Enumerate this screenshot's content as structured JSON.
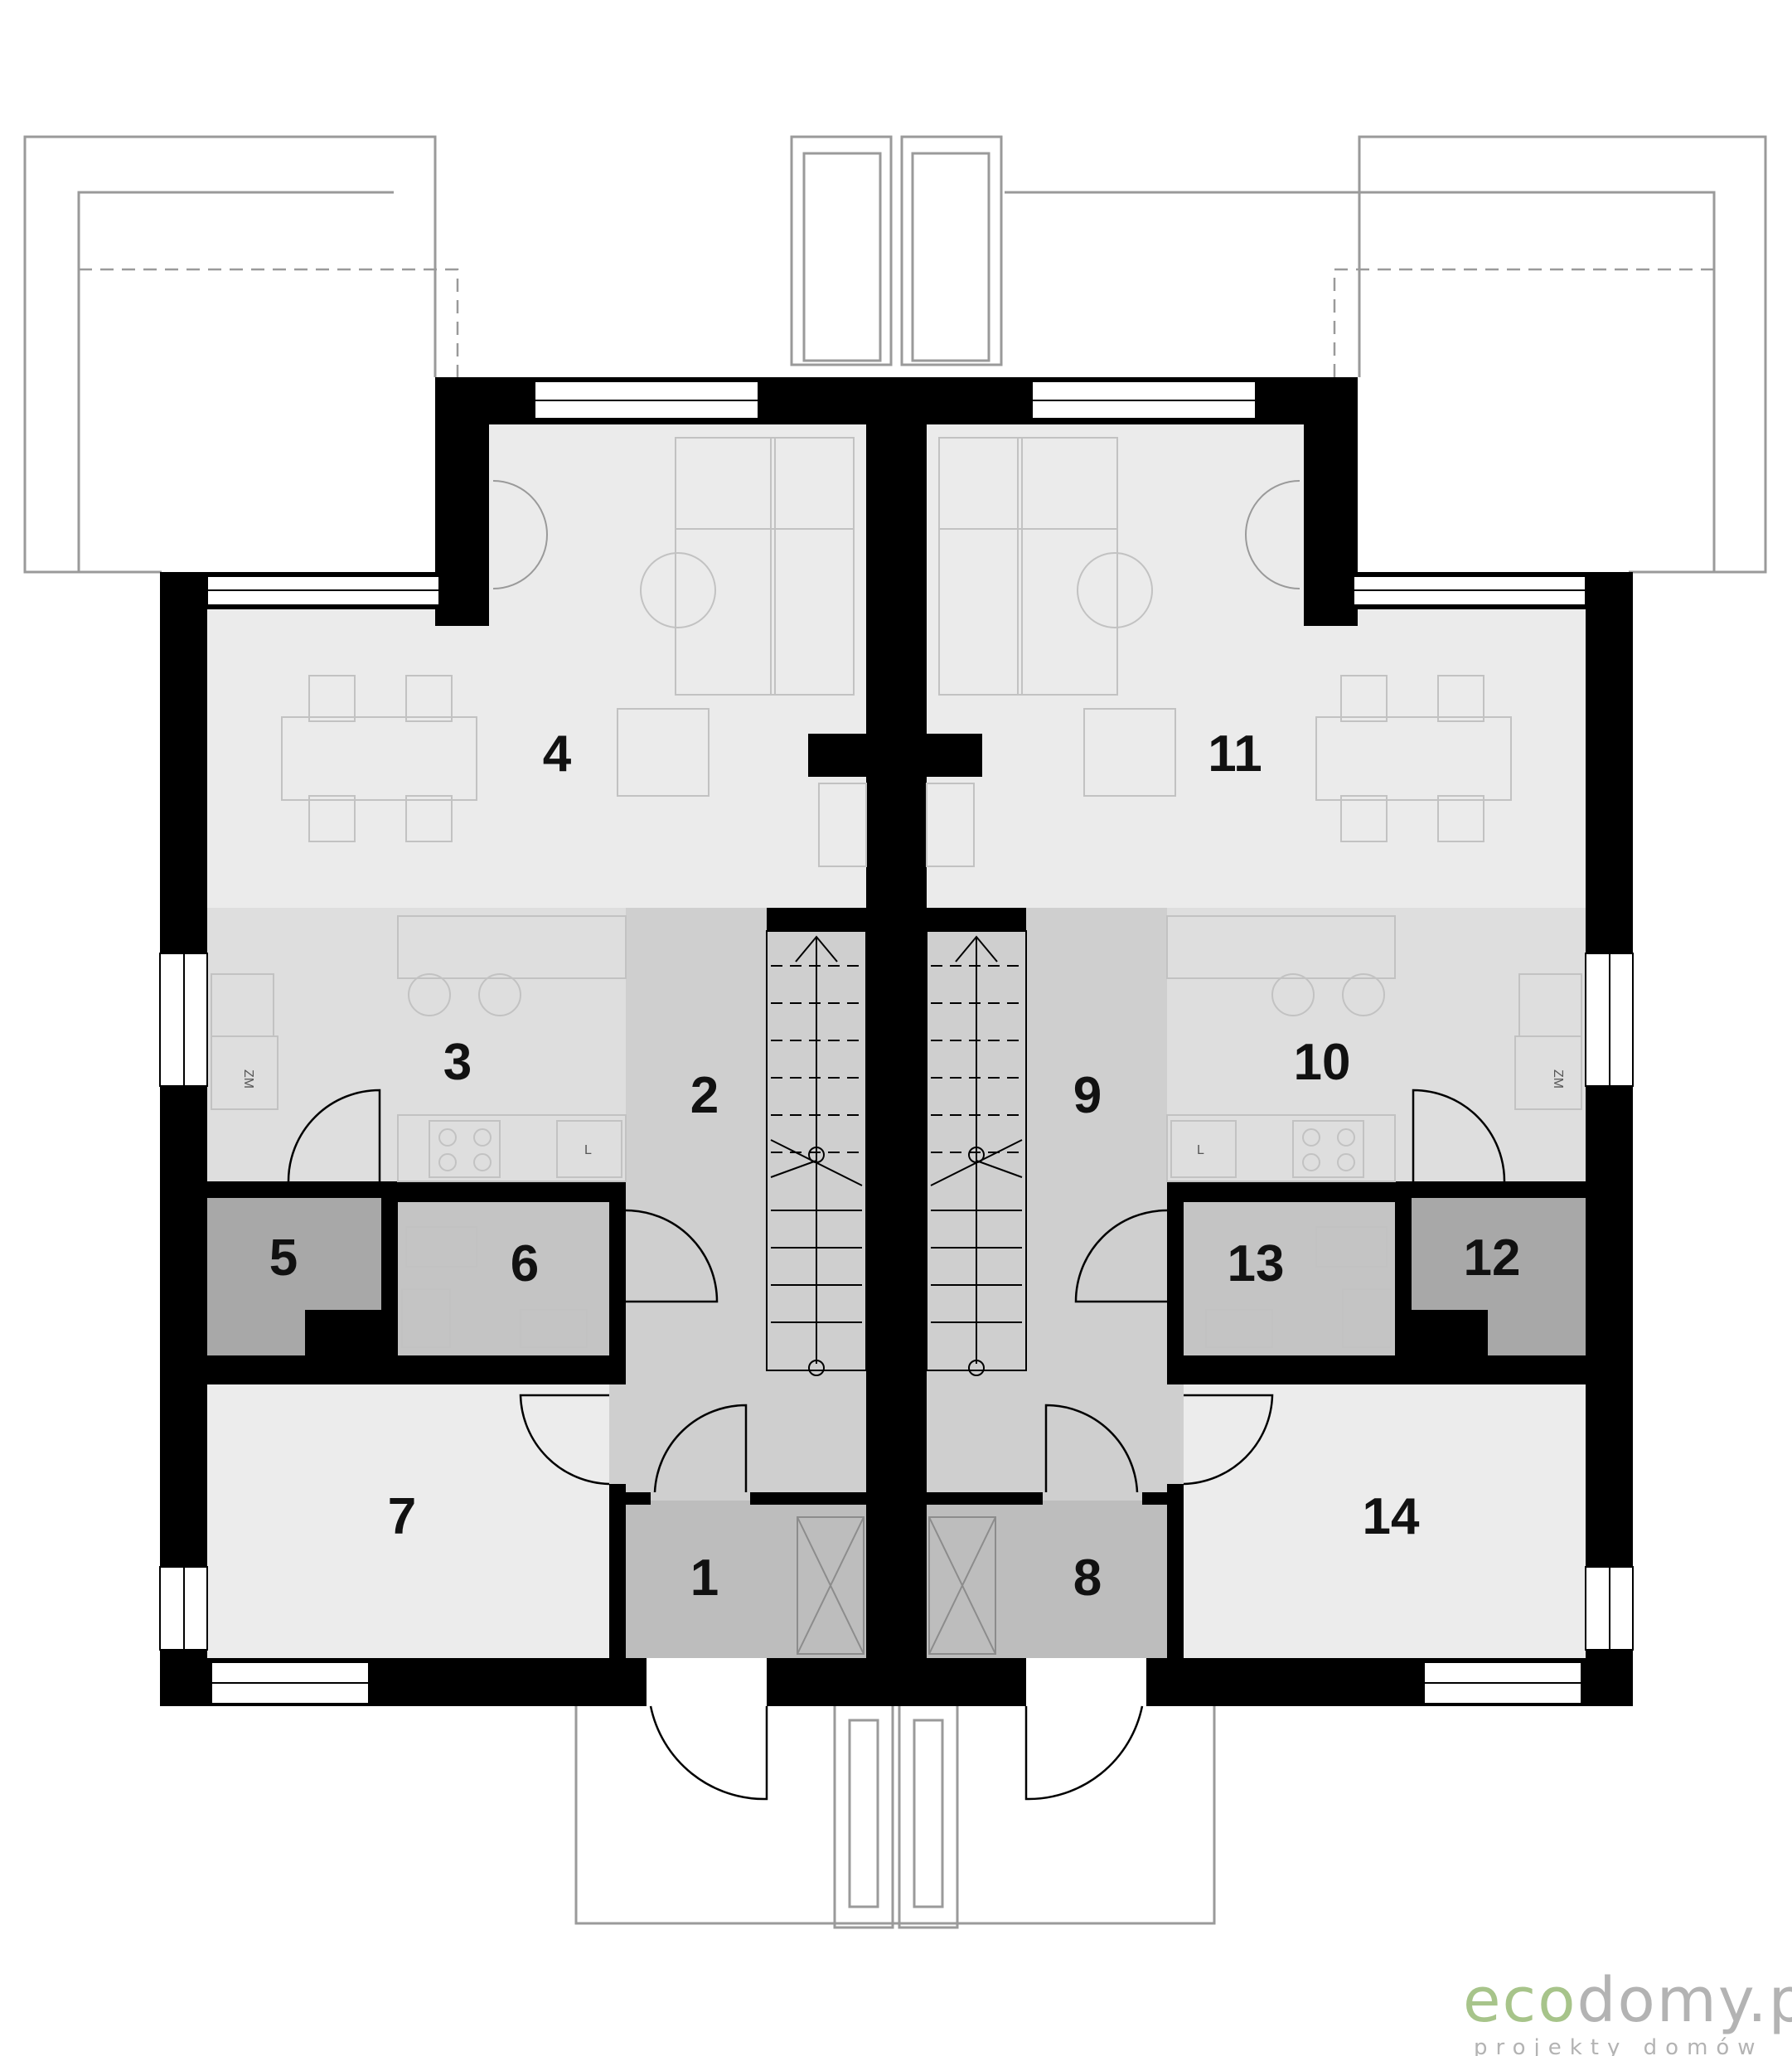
{
  "rooms": [
    {
      "id": "1",
      "label": "1"
    },
    {
      "id": "2",
      "label": "2"
    },
    {
      "id": "3",
      "label": "3"
    },
    {
      "id": "4",
      "label": "4"
    },
    {
      "id": "5",
      "label": "5"
    },
    {
      "id": "6",
      "label": "6"
    },
    {
      "id": "7",
      "label": "7"
    },
    {
      "id": "8",
      "label": "8"
    },
    {
      "id": "9",
      "label": "9"
    },
    {
      "id": "10",
      "label": "10"
    },
    {
      "id": "11",
      "label": "11"
    },
    {
      "id": "12",
      "label": "12"
    },
    {
      "id": "13",
      "label": "13"
    },
    {
      "id": "14",
      "label": "14"
    }
  ],
  "fixtures": {
    "fridge_left": "ZM",
    "fridge_right": "ZM",
    "sink_left": "L",
    "sink_right": "L"
  },
  "watermark": {
    "part1": "eco",
    "part2": "domy.pl",
    "tagline": "projekty domów"
  },
  "colors": {
    "wall": "#000000",
    "living": "#ebebeb",
    "kitchen": "#dedede",
    "hall": "#cfcfcf",
    "vestibule": "#bdbdbd",
    "storage": "#a8a8a8",
    "bathroom": "#c4c4c4",
    "bedroom": "#ececec",
    "watermark_green": "#a7c48a",
    "watermark_gray": "#b3b3b3"
  }
}
